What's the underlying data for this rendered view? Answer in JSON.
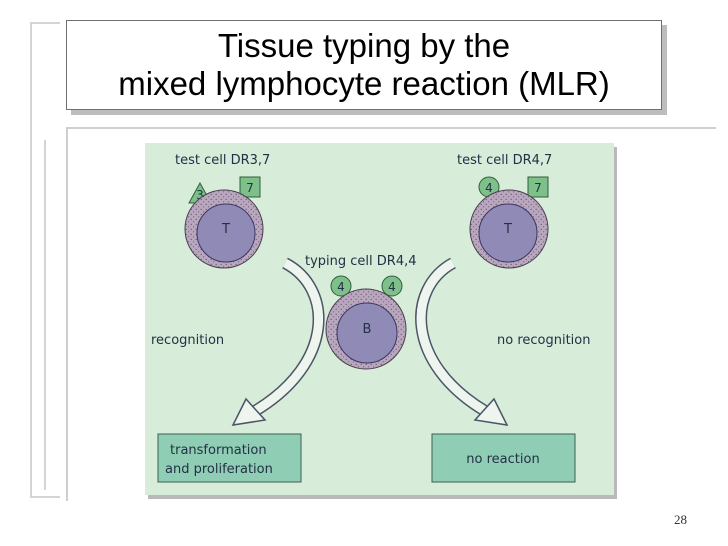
{
  "slide": {
    "title_line1": "Tissue typing by the",
    "title_line2": "mixed lymphocyte reaction (MLR)",
    "page_number": "28"
  },
  "diagram": {
    "left_cell": {
      "label": "test cell DR3,7",
      "antigen_a": "3",
      "antigen_b": "7",
      "cell_letter": "T"
    },
    "right_cell": {
      "label": "test cell DR4,7",
      "antigen_a": "4",
      "antigen_b": "7",
      "cell_letter": "T"
    },
    "typing_cell": {
      "label": "typing cell DR4,4",
      "antigen_a": "4",
      "antigen_b": "4",
      "cell_letter": "B"
    },
    "left_arrow_label": "recognition",
    "right_arrow_label": "no recognition",
    "left_box_line1": "transformation",
    "left_box_line2": "and proliferation",
    "right_box": "no reaction"
  },
  "colors": {
    "figure_bg": "#d7ecd9",
    "cell_body": "#b9a6bf",
    "nucleus": "#8f8ab6",
    "antigen_green": "#7ec08a",
    "box_fill": "#8fcdb4",
    "text_dark": "#233046"
  }
}
